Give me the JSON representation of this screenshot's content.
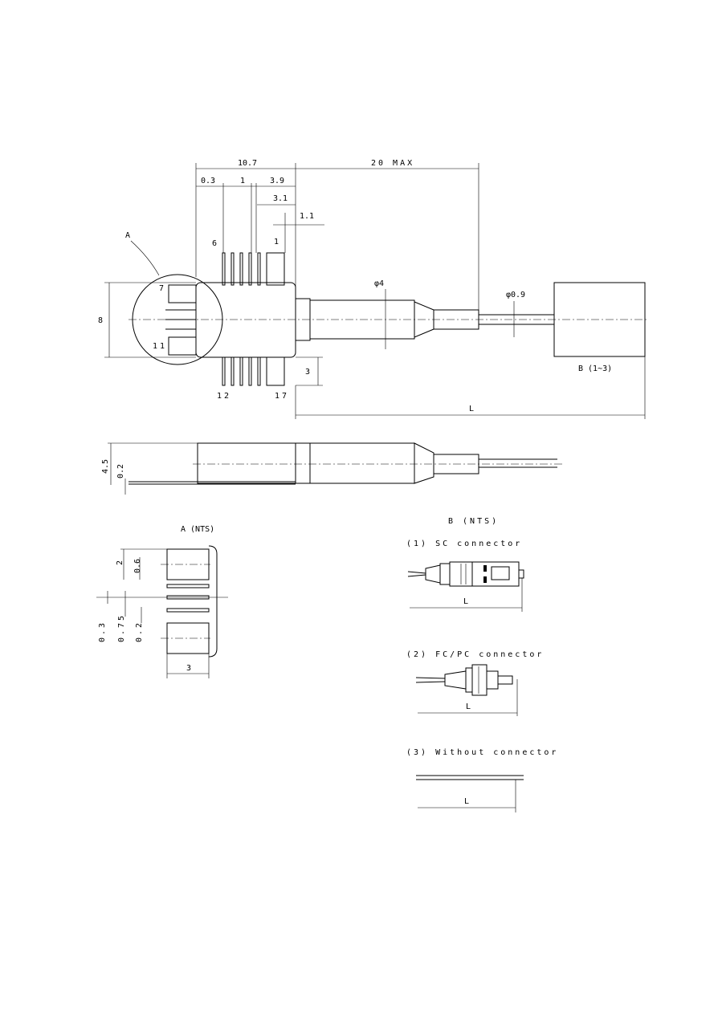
{
  "top_view": {
    "dim_overall_width": "10.7",
    "dim_fiber_length": "20 MAX",
    "dim_pin_offset": "0.3",
    "dim_pin_pitch": "1",
    "dim_pin_to_edge": "3.9",
    "dim_pin_offset2": "3.1",
    "dim_pin_width": "1.1",
    "dim_body_height": "8",
    "dim_pin_length": "3",
    "dim_tube_dia": "φ4",
    "dim_fiber_dia": "φ0.9",
    "dim_total_length": "L",
    "detail_ref": "A",
    "pin_6": "6",
    "pin_1": "1",
    "pin_7": "7",
    "pin_11": "11",
    "pin_12": "12",
    "pin_17": "17",
    "connector_ref": "B (1~3)"
  },
  "side_view": {
    "dim_height": "4.5",
    "dim_lead_thickness": "0.2"
  },
  "detail_a": {
    "title": "A (NTS)",
    "dim_2": "2",
    "dim_06": "0.6",
    "dim_03": "0.3",
    "dim_075": "0.75",
    "dim_02": "0.2",
    "dim_3": "3"
  },
  "detail_b": {
    "title": "B (NTS)",
    "sc_label": "(1) SC connector",
    "fc_label": "(2) FC/PC connector",
    "none_label": "(3) Without connector",
    "dim_L": "L"
  }
}
